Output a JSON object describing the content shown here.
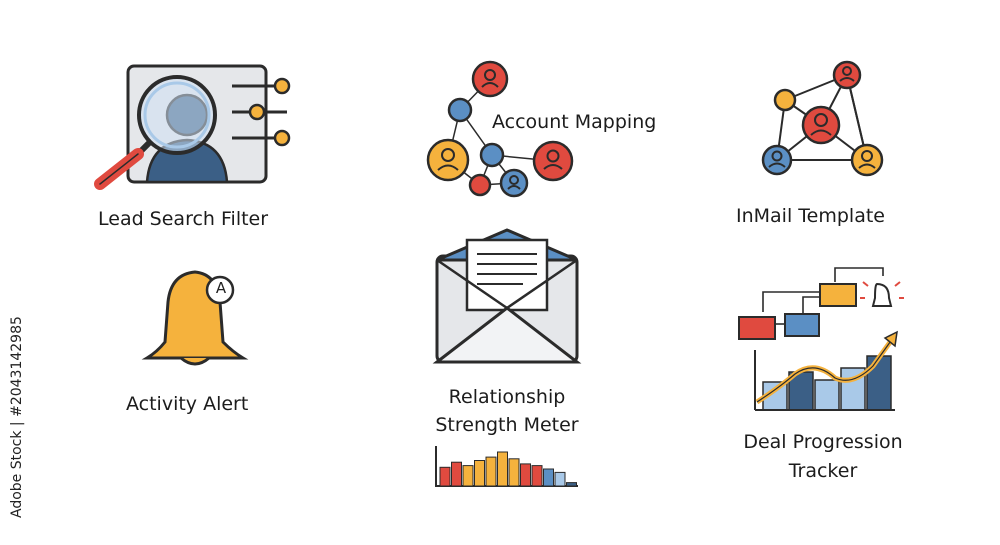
{
  "icons": [
    {
      "label": "Lead Search Filter"
    },
    {
      "label": "Account Mapping"
    },
    {
      "label": "InMail Template"
    },
    {
      "label": "Activity Alert",
      "badge": "A"
    },
    {
      "label_line1": "Relationship",
      "label_line2": "Strength Meter"
    },
    {
      "label_line1": "Deal Progression",
      "label_line2": "Tracker"
    }
  ],
  "stock_id": "Adobe Stock | #2043142985",
  "meter_bars": [
    0.55,
    0.7,
    0.6,
    0.75,
    0.85,
    1.0,
    0.8,
    0.65,
    0.6,
    0.5,
    0.4,
    0.1
  ],
  "colors": {
    "outline": "#2b2b2b",
    "red": "#e04a3f",
    "blue": "#5b8fc4",
    "orange": "#f5b23d",
    "navy": "#3b5f86",
    "light_blue": "#a9c9e8",
    "gray": "#e5e7ea"
  }
}
